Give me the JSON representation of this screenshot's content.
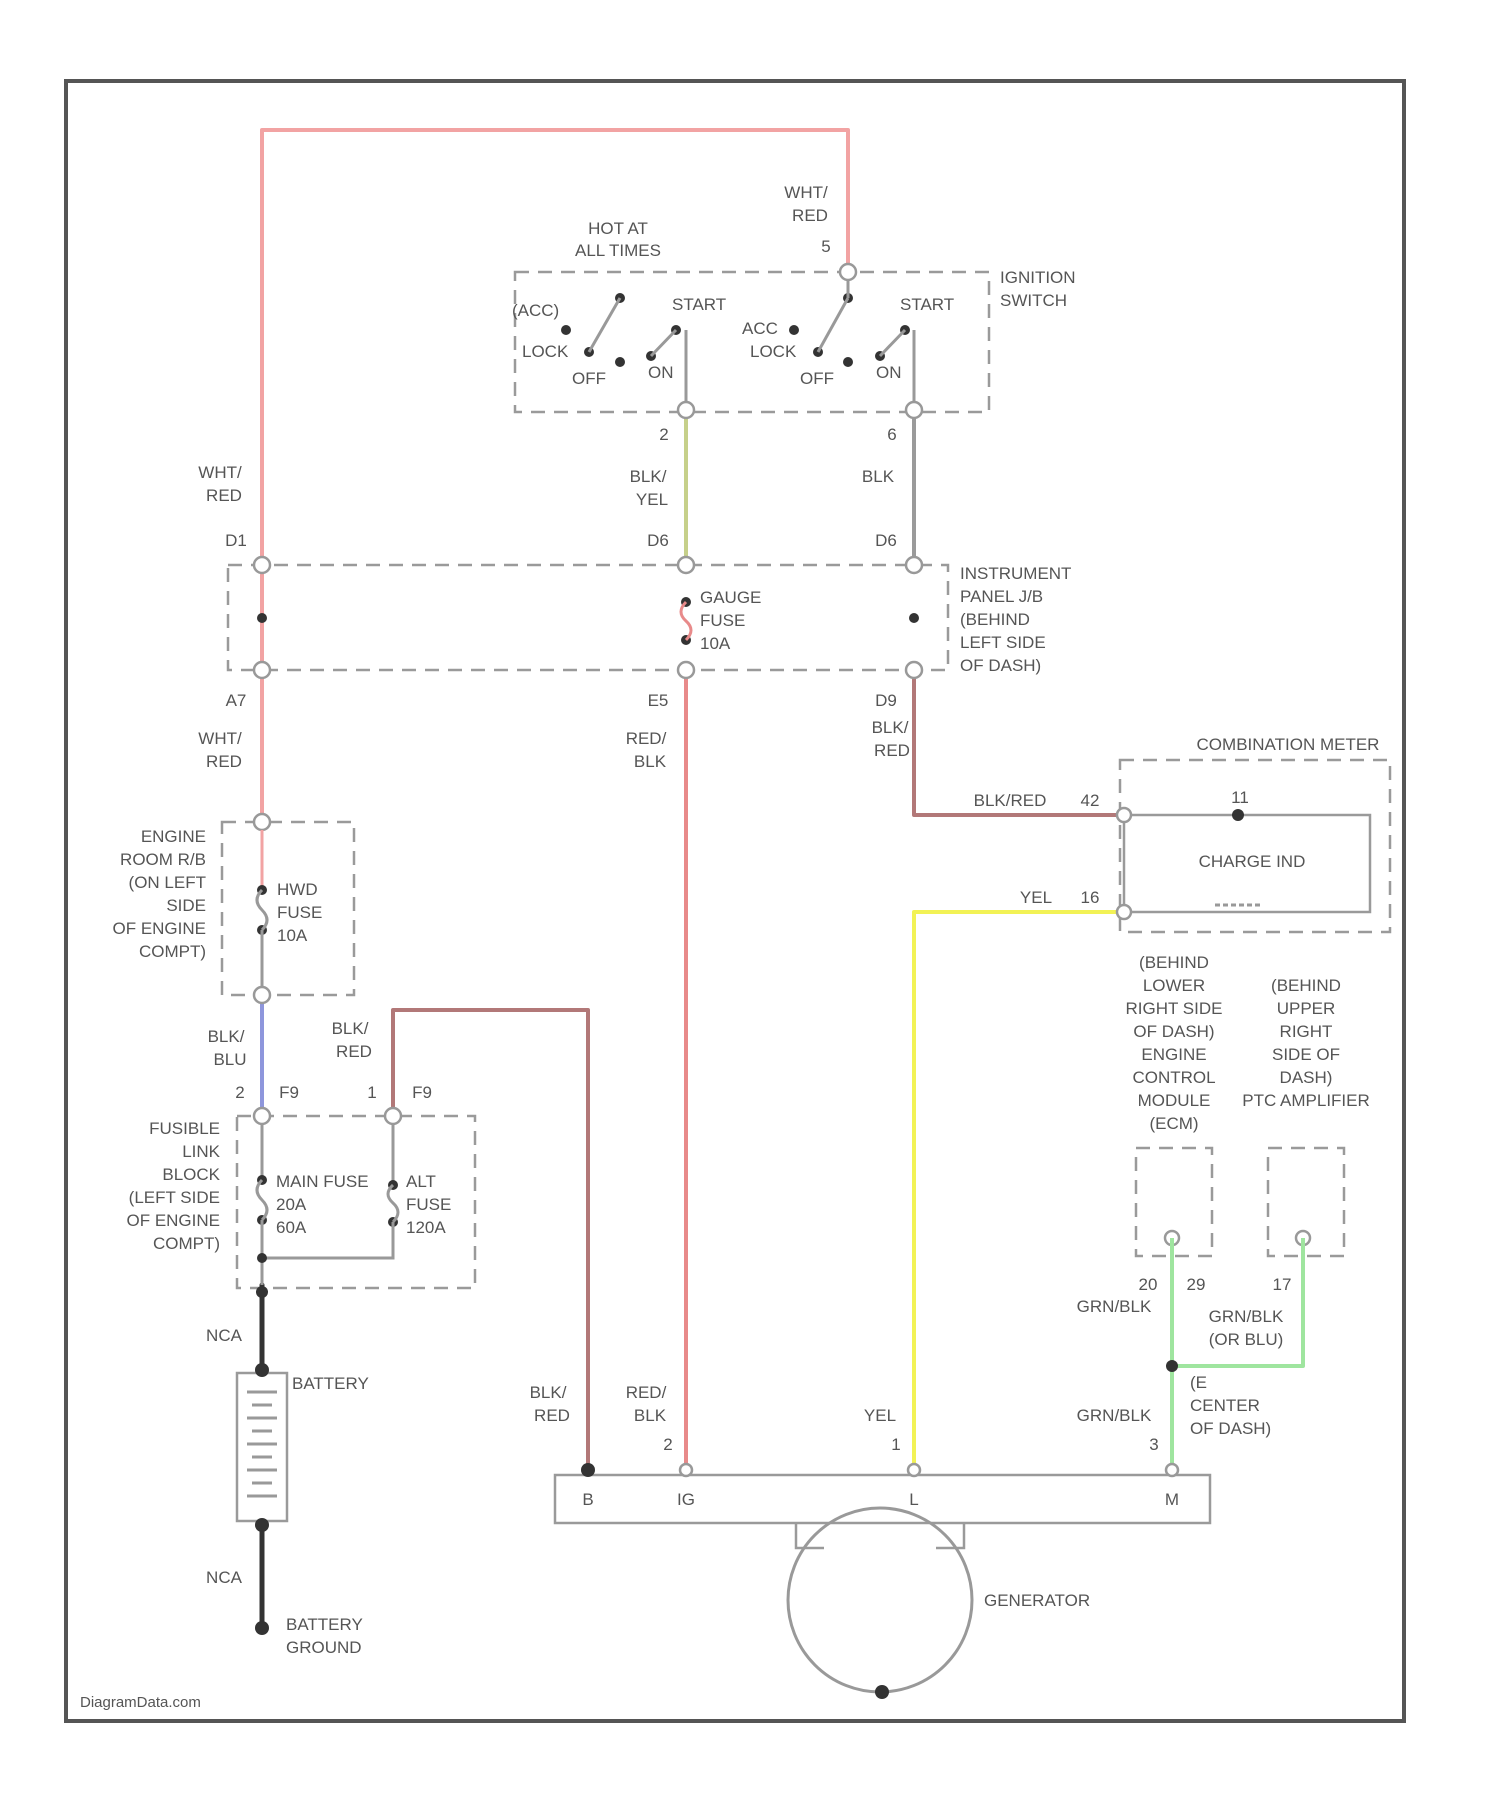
{
  "watermark": "DiagramData.com",
  "colors": {
    "wht_red": "#f2a3a3",
    "blk_yel": "#c6d08a",
    "blk": "#9a9a9a",
    "blk_red": "#b27878",
    "red_blk": "#e88a8a",
    "yel": "#f2f255",
    "blk_blu": "#8e96dc",
    "nca": "#333333",
    "grn_blk": "#9fe59f",
    "line": "#999999",
    "frame": "#555555"
  },
  "ignition_switch": {
    "label": [
      "IGNITION",
      "SWITCH"
    ],
    "hot_label": [
      "HOT AT",
      "ALL TIMES"
    ],
    "input_wire": [
      "WHT/",
      "RED"
    ],
    "input_pin": "5",
    "left": {
      "acc": "(ACC)",
      "lock": "LOCK",
      "off": "OFF",
      "on": "ON",
      "start": "START"
    },
    "right": {
      "acc": "ACC",
      "lock": "LOCK",
      "off": "OFF",
      "on": "ON",
      "start": "START"
    },
    "pin_left": "2",
    "pin_right": "6"
  },
  "wires": {
    "sw_out_left": [
      "BLK/",
      "YEL"
    ],
    "sw_out_right": "BLK",
    "left_top": [
      "WHT/",
      "RED"
    ],
    "left_mid": [
      "WHT/",
      "RED"
    ],
    "ipjb_center_out": [
      "RED/",
      "BLK"
    ],
    "ipjb_right_out": [
      "BLK/",
      "RED"
    ],
    "to_meter": "BLK/RED",
    "meter_yel": "YEL",
    "after_hwd": [
      "BLK/",
      "BLU"
    ],
    "alt_fuse_in": [
      "BLK/",
      "RED"
    ],
    "battery_top": "NCA",
    "battery_bottom": "NCA",
    "gen_b": [
      "BLK/",
      "RED"
    ],
    "gen_ig": [
      "RED/",
      "BLK"
    ],
    "gen_l": "YEL",
    "gen_m": "GRN/BLK",
    "ecm_out": "GRN/BLK",
    "ptc_out": [
      "GRN/BLK",
      "(OR BLU)"
    ]
  },
  "ipjb": {
    "label": [
      "INSTRUMENT",
      "PANEL J/B",
      "(BEHIND",
      "LEFT SIDE",
      "OF DASH)"
    ],
    "pin_top_left": "D1",
    "pin_top_center": "D6",
    "pin_top_right": "D6",
    "pin_bot_left": "A7",
    "pin_bot_center": "E5",
    "pin_bot_right": "D9",
    "fuse_label": [
      "GAUGE",
      "FUSE",
      "10A"
    ]
  },
  "engine_room_rb": {
    "label": [
      "ENGINE",
      "ROOM R/B",
      "(ON LEFT",
      "SIDE",
      "OF ENGINE",
      "COMPT)"
    ],
    "fuse_label": [
      "HWD",
      "FUSE",
      "10A"
    ]
  },
  "fusible_link": {
    "label": [
      "FUSIBLE",
      "LINK",
      "BLOCK",
      "(LEFT SIDE",
      "OF ENGINE",
      "COMPT)"
    ],
    "pin_left": "2",
    "conn_left": "F9",
    "pin_right": "1",
    "conn_right": "F9",
    "main_fuse": [
      "MAIN FUSE",
      "20A",
      "60A"
    ],
    "alt_fuse": [
      "ALT",
      "FUSE",
      "120A"
    ]
  },
  "combination_meter": {
    "label": "COMBINATION METER",
    "pin_top": "42",
    "pin_bottom": "16",
    "pin_inner": "11",
    "charge_ind": "CHARGE IND"
  },
  "battery": {
    "label": "BATTERY",
    "ground": [
      "BATTERY",
      "GROUND"
    ]
  },
  "ecm": {
    "label": [
      "(BEHIND",
      "LOWER",
      "RIGHT SIDE",
      "OF DASH)",
      "ENGINE",
      "CONTROL",
      "MODULE",
      "(ECM)"
    ],
    "pin_left": "20",
    "pin_right": "29"
  },
  "ptc": {
    "label": [
      "(BEHIND",
      "UPPER",
      "RIGHT",
      "SIDE OF",
      "DASH)",
      "PTC AMPLIFIER"
    ],
    "pin": "17"
  },
  "junction": {
    "label": [
      "(E",
      "CENTER",
      "OF DASH)"
    ]
  },
  "generator": {
    "label": "GENERATOR",
    "term_b": "B",
    "term_ig": "IG",
    "term_l": "L",
    "term_m": "M",
    "pin_ig": "2",
    "pin_l": "1",
    "pin_m": "3"
  }
}
